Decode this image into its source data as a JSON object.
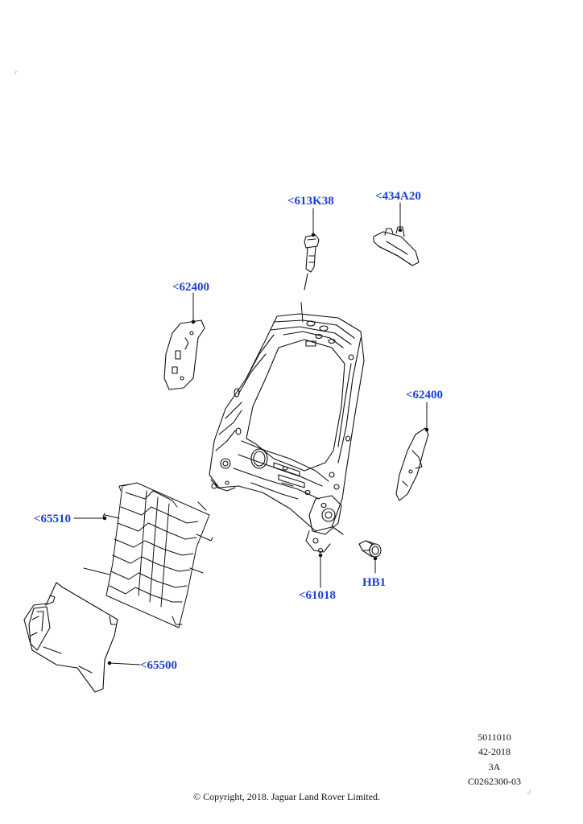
{
  "callouts": {
    "c613k38": "<613K38",
    "c434a20": "<434A20",
    "c62400_left": "<62400",
    "c62400_right": "<62400",
    "c65510": "<65510",
    "c61018": "<61018",
    "hb1": "HB1",
    "c65500": "<65500"
  },
  "footer": {
    "ref_lines": [
      "5011010",
      "42-2018",
      "3A",
      "C0262300-03"
    ],
    "copyright": "© Copyright, 2018. Jaguar Land Rover Limited."
  },
  "colors": {
    "callout": "#1a3fd6",
    "line": "#111111"
  }
}
